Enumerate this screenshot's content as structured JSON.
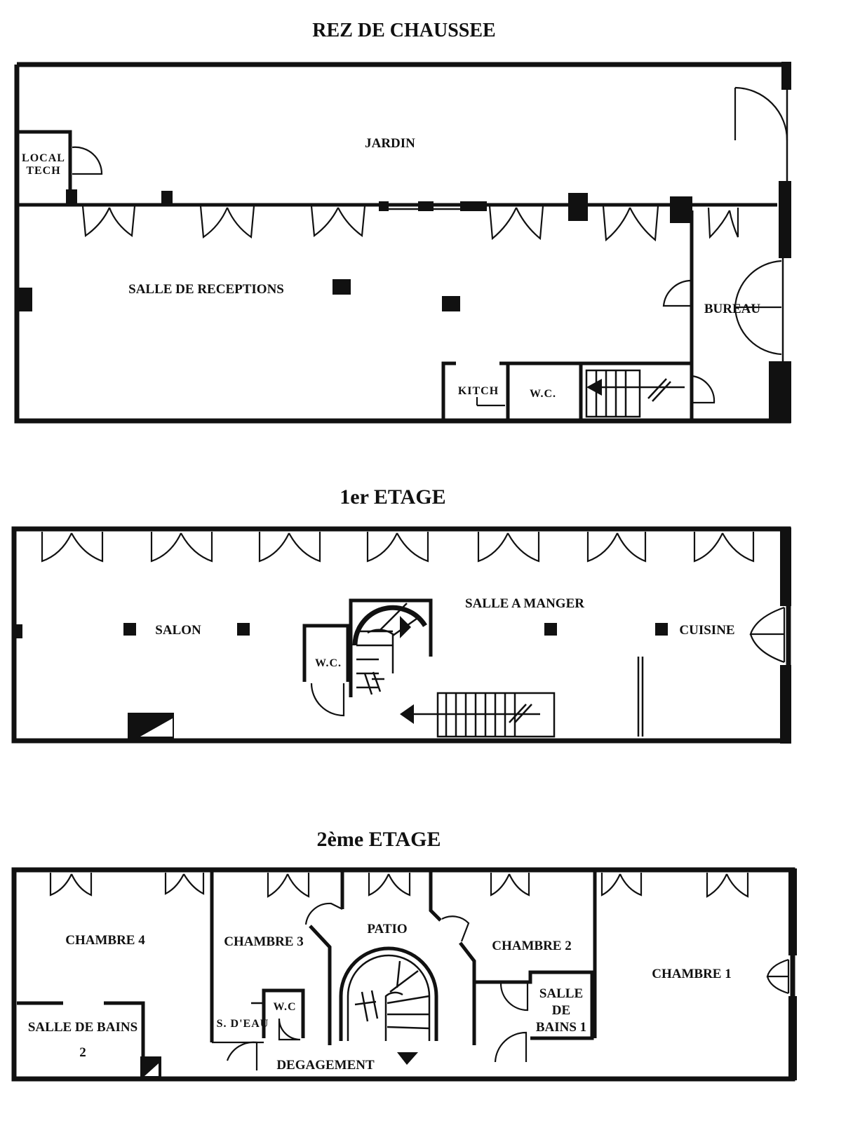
{
  "floors": {
    "ground": {
      "title": "REZ DE CHAUSSEE",
      "rooms": {
        "jardin": "JARDIN",
        "local_tech_1": "LOCAL",
        "local_tech_2": "TECH",
        "salle_receptions": "SALLE DE RECEPTIONS",
        "bureau": "BUREAU",
        "kitch": "KITCH",
        "wc": "W.C."
      }
    },
    "first": {
      "title": "1er ETAGE",
      "rooms": {
        "salon": "SALON",
        "salle_a_manger": "SALLE A MANGER",
        "cuisine": "CUISINE",
        "wc": "W.C."
      }
    },
    "second": {
      "title": "2ème ETAGE",
      "rooms": {
        "chambre4": "CHAMBRE 4",
        "chambre3": "CHAMBRE 3",
        "patio": "PATIO",
        "chambre2": "CHAMBRE 2",
        "chambre1": "CHAMBRE 1",
        "salle_de_bains2_a": "SALLE DE BAINS",
        "salle_de_bains2_b": "2",
        "s_eau": "S. D'EAU",
        "wc": "W.C",
        "sdb1_a": "SALLE",
        "sdb1_b": "DE",
        "sdb1_c": "BAINS 1",
        "degagement": "DEGAGEMENT"
      }
    }
  }
}
